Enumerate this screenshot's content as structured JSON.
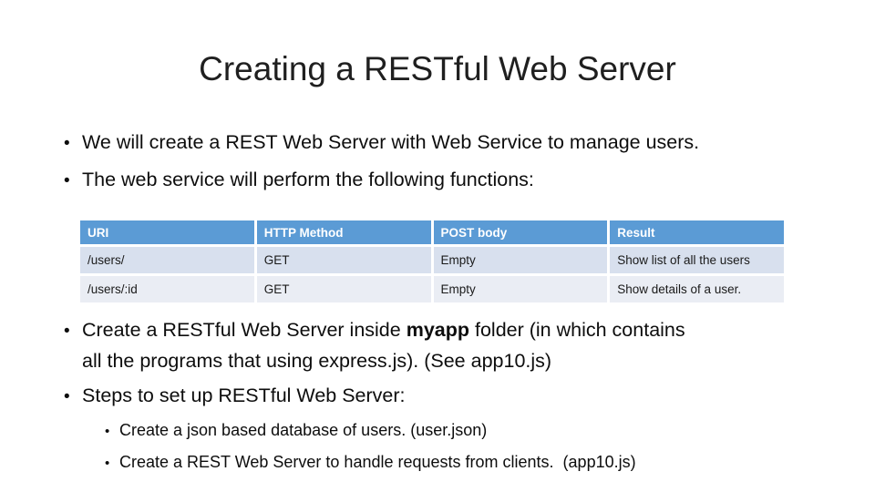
{
  "slide": {
    "title": "Creating a RESTful Web Server",
    "bullet_char": "•",
    "intro_bullets": [
      "We will create a REST Web Server with Web Service to manage users.",
      "The web service will perform the following functions:"
    ],
    "table": {
      "headers": [
        "URI",
        "HTTP Method",
        "POST body",
        "Result"
      ],
      "rows": [
        [
          "/users/",
          "GET",
          "Empty",
          "Show list of all the users"
        ],
        [
          "/users/:id",
          "GET",
          "Empty",
          "Show details of a user."
        ]
      ]
    },
    "outro": {
      "bullet1_prefix": "Create a RESTful Web Server inside ",
      "bullet1_bold": "myapp",
      "bullet1_suffix": " folder (in which contains",
      "bullet1_line2": "all the programs that using express.js). (See app10.js)",
      "bullet2": "Steps to set up RESTful Web Server:",
      "sub_bullets": [
        "Create a json based database of users. (user.json)",
        "Create a REST Web Server to handle requests from clients.  (app10.js)"
      ]
    },
    "colors": {
      "table_header_bg": "#5b9bd5",
      "table_row_odd_bg": "#d8e0ee",
      "table_row_even_bg": "#eaedf4",
      "table_header_text": "#ffffff",
      "body_text": "#0d0d0d"
    }
  }
}
